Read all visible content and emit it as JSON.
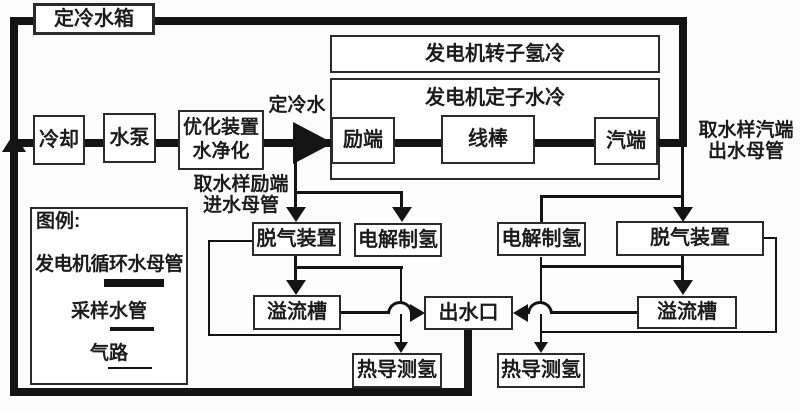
{
  "nodes": {
    "tank": "定冷水箱",
    "cooling": "冷却",
    "pump": "水泵",
    "purifier": "优化装置\n水净化",
    "rotor": "发电机转子氢冷",
    "stator": "发电机定子水冷",
    "exc_end": "励端",
    "bar": "线棒",
    "steam_end": "汽端",
    "degasser_left": "脱气装置",
    "electrolysis_left": "电解制氢",
    "overflow_left": "溢流槽",
    "outlet": "出水口",
    "thermal_left": "热导测氢",
    "electrolysis_right": "电解制氢",
    "degasser_right": "脱气装置",
    "overflow_right": "溢流槽",
    "thermal_right": "热导测氢"
  },
  "labels": {
    "cold_water": "定冷水",
    "sample_exc": "取水样励端\n进水母管",
    "sample_steam": "取水样汽端\n出水母管"
  },
  "legend": {
    "title": "图例:",
    "items": [
      {
        "label": "发电机循环水母管",
        "line_type": "thick"
      },
      {
        "label": "采样水管",
        "line_type": "medium"
      },
      {
        "label": "气路",
        "line_type": "thin"
      }
    ]
  },
  "colors": {
    "pipe": "#141414",
    "box_border": "#2b2b2b",
    "background": "#fdfdfd"
  }
}
